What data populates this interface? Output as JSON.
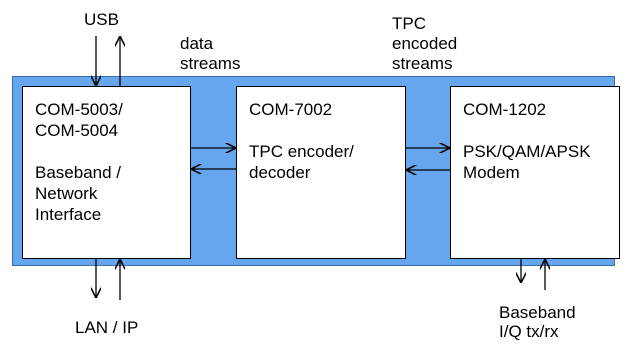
{
  "blocks": {
    "baseband": {
      "lines": [
        "COM-5003/",
        "COM-5004",
        "",
        "Baseband /",
        "Network",
        "Interface"
      ]
    },
    "tpc": {
      "lines": [
        "COM-7002",
        "",
        "TPC encoder/",
        "decoder"
      ]
    },
    "modem": {
      "lines": [
        "COM-1202",
        "",
        "PSK/QAM/APSK",
        "Modem"
      ]
    }
  },
  "labels": {
    "usb": "USB",
    "data_streams": [
      "data",
      "streams"
    ],
    "tpc_streams": [
      "TPC",
      "encoded",
      "streams"
    ],
    "lan_ip": "LAN / IP",
    "baseband_iq": [
      "Baseband",
      "I/Q tx/rx"
    ]
  },
  "colors": {
    "band_fill": "#66a6ee",
    "box_fill": "#ffffff",
    "line": "#000000"
  }
}
